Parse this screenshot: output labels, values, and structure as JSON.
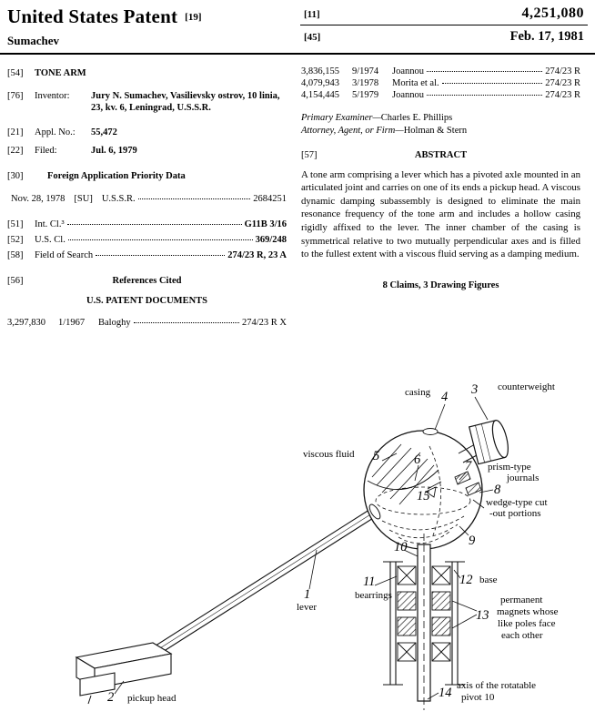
{
  "colors": {
    "ink": "#000000",
    "paper": "#ffffff"
  },
  "header": {
    "title": "United States Patent",
    "kind_code": "[19]",
    "number_code": "[11]",
    "number": "4,251,080",
    "inventor_surname": "Sumachev",
    "date_code": "[45]",
    "date": "Feb. 17, 1981"
  },
  "biblio": {
    "title_field": {
      "code": "[54]",
      "value": "TONE ARM"
    },
    "inventor_field": {
      "code": "[76]",
      "label": "Inventor:",
      "value": "Jury N. Sumachev, Vasilievsky ostrov, 10 linia, 23, kv. 6, Leningrad, U.S.S.R."
    },
    "appl_field": {
      "code": "[21]",
      "label": "Appl. No.:",
      "value": "55,472"
    },
    "filed_field": {
      "code": "[22]",
      "label": "Filed:",
      "value": "Jul. 6, 1979"
    },
    "priority_field": {
      "code": "[30]",
      "title": "Foreign Application Priority Data",
      "entry": {
        "date": "Nov. 28, 1978",
        "country_code": "[SU]",
        "country": "U.S.S.R.",
        "number": "2684251"
      }
    },
    "int_cl_field": {
      "code": "[51]",
      "label": "Int. Cl.³",
      "value": "G11B 3/16"
    },
    "us_cl_field": {
      "code": "[52]",
      "label": "U.S. Cl.",
      "value": "369/248"
    },
    "search_field": {
      "code": "[58]",
      "label": "Field of Search",
      "value": "274/23 R, 23 A"
    },
    "references": {
      "code": "[56]",
      "title": "References Cited",
      "subtitle": "U.S. PATENT DOCUMENTS",
      "left_rows": [
        {
          "number": "3,297,830",
          "date": "1/1967",
          "name": "Baloghy",
          "cls": "274/23 R X"
        }
      ],
      "right_rows": [
        {
          "number": "3,836,155",
          "date": "9/1974",
          "name": "Joannou",
          "cls": "274/23 R"
        },
        {
          "number": "4,079,943",
          "date": "3/1978",
          "name": "Morita et al.",
          "cls": "274/23 R"
        },
        {
          "number": "4,154,445",
          "date": "5/1979",
          "name": "Joannou",
          "cls": "274/23 R"
        }
      ]
    },
    "examiner": {
      "label": "Primary Examiner—",
      "value": "Charles E. Phillips"
    },
    "attorney": {
      "label": "Attorney, Agent, or Firm—",
      "value": "Holman & Stern"
    },
    "abstract": {
      "code": "[57]",
      "title": "ABSTRACT",
      "text": "A tone arm comprising a lever which has a pivoted axle mounted in an articulated joint and carries on one of its ends a pickup head. A viscous dynamic damping subassembly is designed to eliminate the main resonance frequency of the tone arm and includes a hollow casing rigidly affixed to the lever. The inner chamber of the casing is symmetrical relative to two mutually perpendicular axes and is filled to the fullest extent with a viscous fluid serving as a damping medium."
    },
    "claims_line": "8 Claims, 3 Drawing Figures"
  },
  "drawing": {
    "annotations": {
      "casing": "casing",
      "counterweight": "counterweight",
      "viscous_fluid": "viscous fluid",
      "prism_line1": "prism-type",
      "prism_line2": "journals",
      "wedge_line1": "wedge-type cut",
      "wedge_line2": "-out portions",
      "lever": "lever",
      "bearings": "bearrings",
      "base": "base",
      "magnets_line1": "permanent",
      "magnets_line2": "magnets whose",
      "magnets_line3": "like poles face",
      "magnets_line4": "each other",
      "axis_line1": "axis of the rotatable",
      "axis_line2": "pivot 10",
      "pickup_head": "pickup head"
    },
    "numerals": {
      "n1": "1",
      "n2": "2",
      "n3": "3",
      "n4": "4",
      "n5": "5",
      "n6": "6",
      "n7": "7",
      "n8": "8",
      "n9": "9",
      "n10": "10",
      "n11": "11",
      "n12": "12",
      "n13": "13",
      "n14": "14",
      "n15": "15"
    }
  }
}
